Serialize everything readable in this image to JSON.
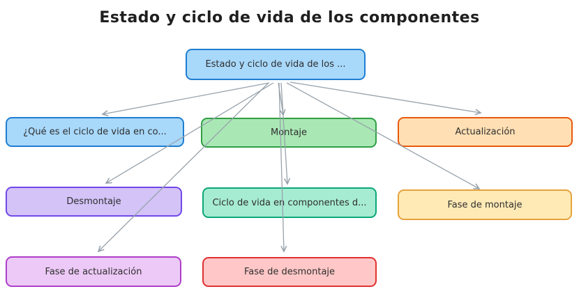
{
  "title": "Estado y ciclo de vida de los componentes",
  "diagram": {
    "root": {
      "id": "root",
      "label": "Estado y ciclo de vida de los ..."
    },
    "nodes": [
      {
        "id": "que-es",
        "label": "¿Qué es el ciclo de vida en co..."
      },
      {
        "id": "montaje",
        "label": "Montaje"
      },
      {
        "id": "actualizacion",
        "label": "Actualización"
      },
      {
        "id": "desmontaje",
        "label": "Desmontaje"
      },
      {
        "id": "ciclo-vida",
        "label": "Ciclo de vida en componentes d..."
      },
      {
        "id": "fase-montaje",
        "label": "Fase de montaje"
      },
      {
        "id": "fase-actualizacion",
        "label": "Fase de actualización"
      },
      {
        "id": "fase-desmontaje",
        "label": "Fase de desmontaje"
      }
    ],
    "edges": [
      {
        "from": "root",
        "to": "que-es"
      },
      {
        "from": "root",
        "to": "montaje"
      },
      {
        "from": "root",
        "to": "actualizacion"
      },
      {
        "from": "root",
        "to": "desmontaje"
      },
      {
        "from": "root",
        "to": "ciclo-vida"
      },
      {
        "from": "root",
        "to": "fase-montaje"
      },
      {
        "from": "root",
        "to": "fase-actualizacion"
      },
      {
        "from": "root",
        "to": "fase-desmontaje"
      }
    ],
    "colors": {
      "root": {
        "fill": "#a8d8fa",
        "border": "#1e7ed1"
      },
      "que-es": {
        "fill": "#a8d8fa",
        "border": "#1e7ed1"
      },
      "montaje": {
        "fill": "#a9e8b4",
        "border": "#2f9e44"
      },
      "actualizacion": {
        "fill": "#ffdfb3",
        "border": "#e8590c"
      },
      "desmontaje": {
        "fill": "#d3c3f7",
        "border": "#7048e8"
      },
      "ciclo-vida": {
        "fill": "#a6ecd2",
        "border": "#0ca678"
      },
      "fase-montaje": {
        "fill": "#ffeab6",
        "border": "#e6a23c"
      },
      "fase-actualizacion": {
        "fill": "#edc9f7",
        "border": "#ae3ec9"
      },
      "fase-desmontaje": {
        "fill": "#ffc7c7",
        "border": "#e03131"
      },
      "connector": "#98a2ab"
    }
  }
}
